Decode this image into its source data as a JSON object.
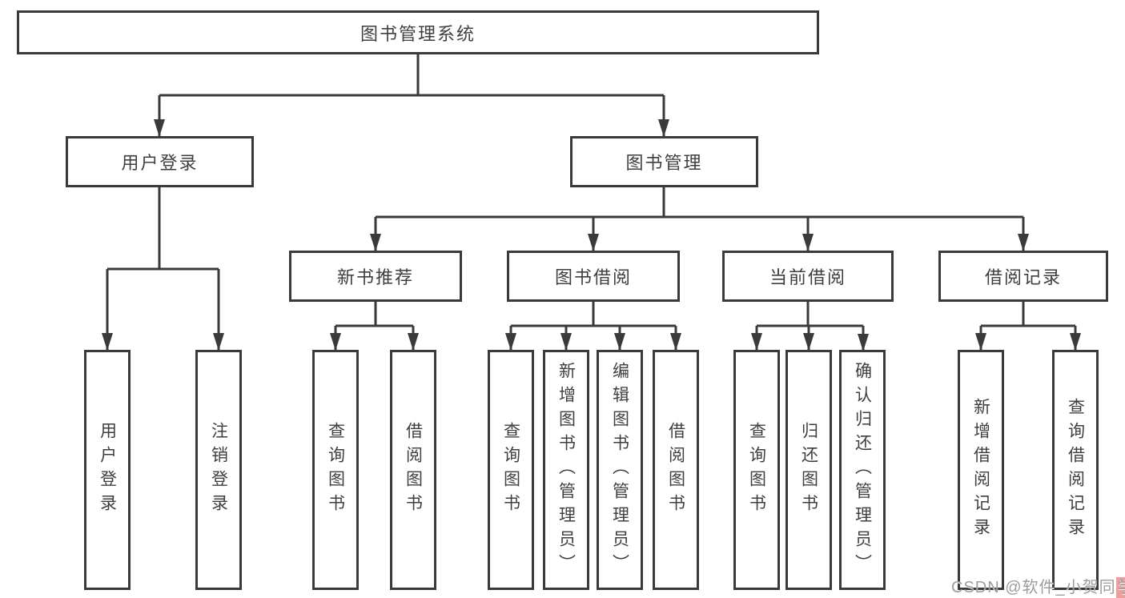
{
  "diagram": {
    "title": "图书管理系统",
    "root": {
      "label": "图书管理系统",
      "children": [
        {
          "label": "用户登录",
          "children": [
            {
              "label": "用户登录"
            },
            {
              "label": "注销登录"
            }
          ]
        },
        {
          "label": "图书管理",
          "children": [
            {
              "label": "新书推荐",
              "children": [
                {
                  "label": "查询图书"
                },
                {
                  "label": "借阅图书"
                }
              ]
            },
            {
              "label": "图书借阅",
              "children": [
                {
                  "label": "查询图书"
                },
                {
                  "label": "新增图书（管理员）"
                },
                {
                  "label": "编辑图书（管理员）"
                },
                {
                  "label": "借阅图书"
                }
              ]
            },
            {
              "label": "当前借阅",
              "children": [
                {
                  "label": "查询图书"
                },
                {
                  "label": "归还图书"
                },
                {
                  "label": "确认归还（管理员）"
                }
              ]
            },
            {
              "label": "借阅记录",
              "children": [
                {
                  "label": "新增借阅记录"
                },
                {
                  "label": "查询借阅记录"
                }
              ]
            }
          ]
        }
      ]
    },
    "colors": {
      "line": "#3a3a3a",
      "box_border": "#3a3a3a",
      "box_fill": "#ffffff",
      "text": "#3f3f3f",
      "watermark_text": "#9c9c9c",
      "watermark_highlight": "#ef9e9e"
    }
  },
  "watermark": {
    "prefix": "CSDN @软件_小贺同",
    "last": "学"
  }
}
